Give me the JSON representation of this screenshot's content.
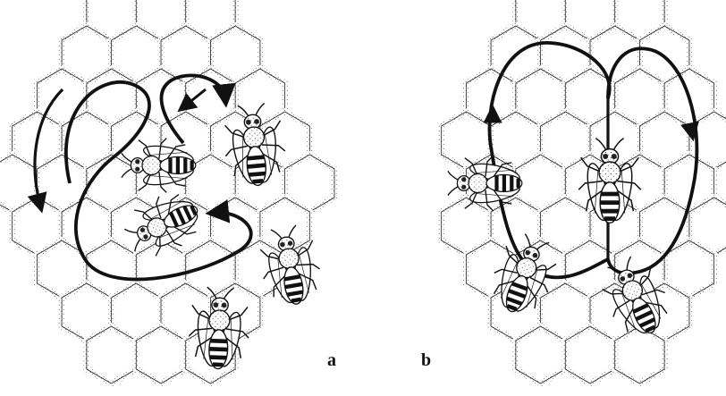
{
  "panels": [
    {
      "id": "a",
      "label": "a",
      "dance": "round-dance"
    },
    {
      "id": "b",
      "label": "b",
      "dance": "waggle-dance"
    }
  ],
  "colors": {
    "ink": "#111111",
    "comb_fill": "#f4f4f0",
    "paper": "#ffffff"
  },
  "icons": [
    "honeycomb",
    "honeybee",
    "dance-path-arrow"
  ]
}
